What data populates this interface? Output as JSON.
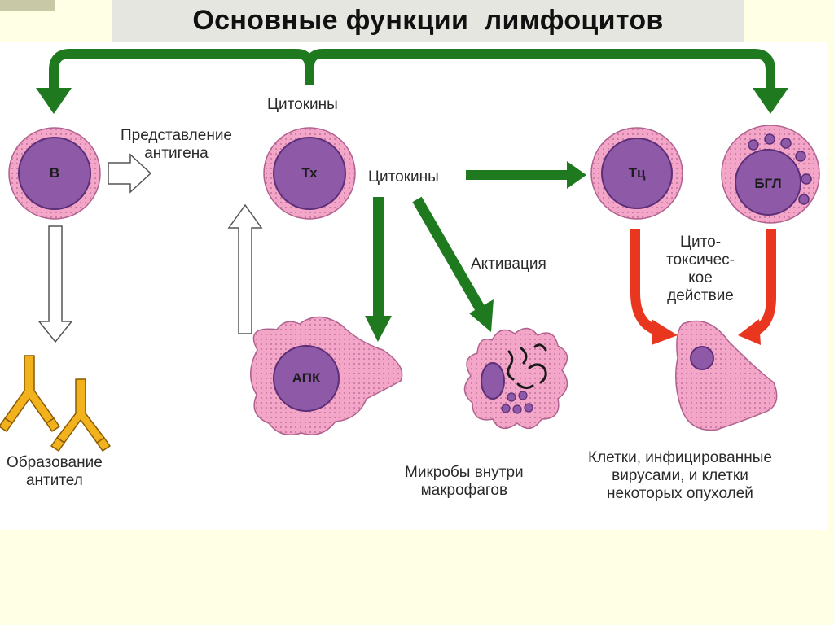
{
  "title": "Основные функции  лимфоцитов",
  "cells": {
    "b": "В",
    "th": "Тх",
    "tc": "Тц",
    "bgl": "БГЛ",
    "apc": "АПК"
  },
  "labels": {
    "cytokines_top": "Цитокины",
    "cytokines_mid": "Цитокины",
    "antigen_presentation": [
      "Представление",
      "антигена"
    ],
    "activation": "Активация",
    "cytotoxic": [
      "Цито-",
      "токсичес-",
      "кое",
      "действие"
    ],
    "antibody_formation": [
      "Образование",
      "антител"
    ],
    "microbes": [
      "Микробы внутри",
      "макрофагов"
    ],
    "infected_cells": [
      "Клетки, инфицированные",
      "вирусами, и клетки",
      "некоторых опухолей"
    ]
  },
  "colors": {
    "green_arrow": "#1f7a1f",
    "red_arrow": "#e8361f",
    "cell_pink": "#f4a6c9",
    "nucleus_purple": "#8e5aa8",
    "antibody": "#f2b21e"
  }
}
